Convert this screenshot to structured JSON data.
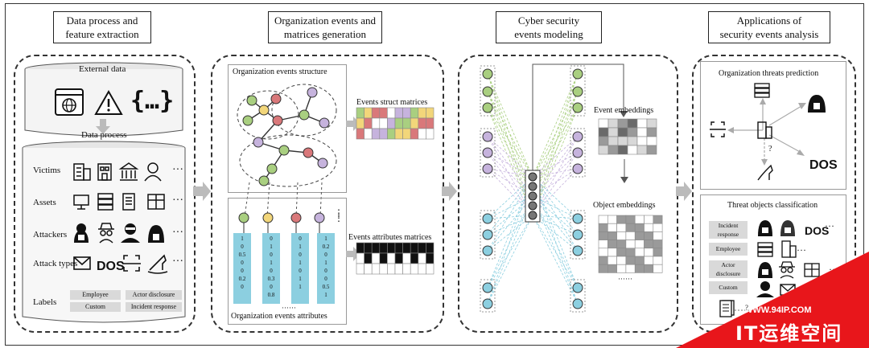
{
  "headers": {
    "col1": "Data process and\nfeature extraction",
    "col2": "Organization events and\nmatrices generation",
    "col3": "Cyber security\nevents modeling",
    "col4": "Applications of\nsecurity events analysis"
  },
  "col1": {
    "external_data": "External data",
    "data_process": "Data process",
    "rows": [
      "Victims",
      "Assets",
      "Attackers",
      "Attack types",
      "Labels"
    ],
    "ellipsis": "···",
    "labels": [
      "Employee",
      "Actor disclosure",
      "Custom",
      "Incident response"
    ]
  },
  "col2": {
    "structure_title": "Organization events structure",
    "struct_matrices": "Events struct matrices",
    "attr_matrices": "Events attributes matrices",
    "attr_caption": "Organization events  attributes",
    "vectors": [
      [
        "1",
        "0",
        "0.5",
        "0",
        "0",
        "0.2",
        "0"
      ],
      [
        "0",
        "1",
        "0",
        "1",
        "0",
        "0.3",
        "0",
        "0.8"
      ],
      [
        "0",
        "1",
        "0",
        "1",
        "0",
        "1",
        "1"
      ],
      [
        "1",
        "0.2",
        "0",
        "1",
        "0",
        "0",
        "0.5",
        "1"
      ]
    ],
    "dots": "······"
  },
  "col3": {
    "event_embeddings": "Event embeddings",
    "object_embeddings": "Object embeddings",
    "dots": "······"
  },
  "col4": {
    "prediction_title": "Organization  threats prediction",
    "classification_title": "Threat objects classification",
    "classes": [
      "Incident\nresponse",
      "Employee",
      "Actor\ndisclosure",
      "Custom"
    ],
    "dos": "DOS",
    "question": "?",
    "ellipsis": "···"
  },
  "watermark": {
    "url": "WWW.94IP.COM",
    "text": "IT运维空间"
  },
  "colors": {
    "green": "#a9cf80",
    "red": "#d9787a",
    "purple": "#c6b3dd",
    "yellow": "#f2d67a",
    "blue": "#8ccfe0",
    "watermark_red": "#e8161b"
  }
}
